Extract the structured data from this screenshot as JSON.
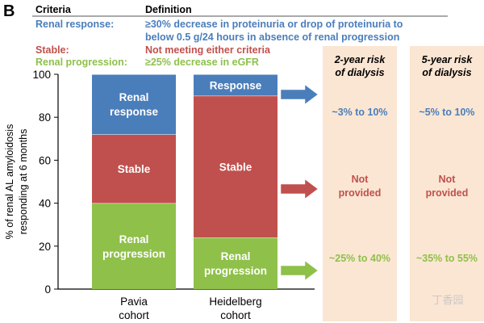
{
  "panel_letter": "B",
  "table": {
    "col_headers": [
      "Criteria",
      "Definition"
    ],
    "rows": [
      {
        "criterion": "Renal response:",
        "definition_lines": [
          "≥30% decrease in proteinuria or drop of proteinuria to",
          "below 0.5 g/24 hours in absence of renal progression"
        ],
        "color": "#4a7ebb"
      },
      {
        "criterion": "Stable:",
        "definition_lines": [
          "Not meeting either criteria"
        ],
        "color": "#c0504d"
      },
      {
        "criterion": "Renal progression:",
        "definition_lines": [
          "≥25% decrease in eGFR"
        ],
        "color": "#8fc04a"
      }
    ]
  },
  "chart_data": {
    "type": "bar",
    "stacked": true,
    "ylabel_lines": [
      "% of renal AL amyloidosis",
      "responding at 6 months"
    ],
    "ylim": [
      0,
      100
    ],
    "yticks": [
      0,
      20,
      40,
      60,
      80,
      100
    ],
    "categories": [
      {
        "name": "Pavia cohort",
        "lines": [
          "Pavia",
          "cohort"
        ]
      },
      {
        "name": "Heidelberg cohort",
        "lines": [
          "Heidelberg",
          "cohort"
        ]
      }
    ],
    "series": [
      {
        "name": "Renal progression",
        "color": "#8fc04a",
        "values": [
          40,
          24
        ],
        "labels": [
          [
            "Renal",
            "progression"
          ],
          [
            "Renal",
            "progression"
          ]
        ]
      },
      {
        "name": "Stable",
        "color": "#c0504d",
        "values": [
          32,
          66
        ],
        "labels": [
          [
            "Stable"
          ],
          [
            "Stable"
          ]
        ]
      },
      {
        "name": "Renal response",
        "color": "#4a7ebb",
        "values": [
          28,
          10
        ],
        "labels": [
          [
            "Renal",
            "response"
          ],
          [
            "Response"
          ]
        ]
      }
    ]
  },
  "risk_panels": [
    {
      "title_lines": [
        "2-year risk",
        "of dialysis"
      ],
      "entries": [
        {
          "text": [
            "~3% to 10%"
          ],
          "color": "#4a7ebb"
        },
        {
          "text": [
            "Not",
            "provided"
          ],
          "color": "#c0504d"
        },
        {
          "text": [
            "~25% to 40%"
          ],
          "color": "#8fc04a"
        }
      ]
    },
    {
      "title_lines": [
        "5-year risk",
        "of dialysis"
      ],
      "entries": [
        {
          "text": [
            "~5% to 10%"
          ],
          "color": "#4a7ebb"
        },
        {
          "text": [
            "Not",
            "provided"
          ],
          "color": "#c0504d"
        },
        {
          "text": [
            "~35% to 55%"
          ],
          "color": "#8fc04a"
        }
      ]
    }
  ],
  "arrow_colors": [
    "#4a7ebb",
    "#c0504d",
    "#8fc04a"
  ],
  "watermark": "丁香园"
}
